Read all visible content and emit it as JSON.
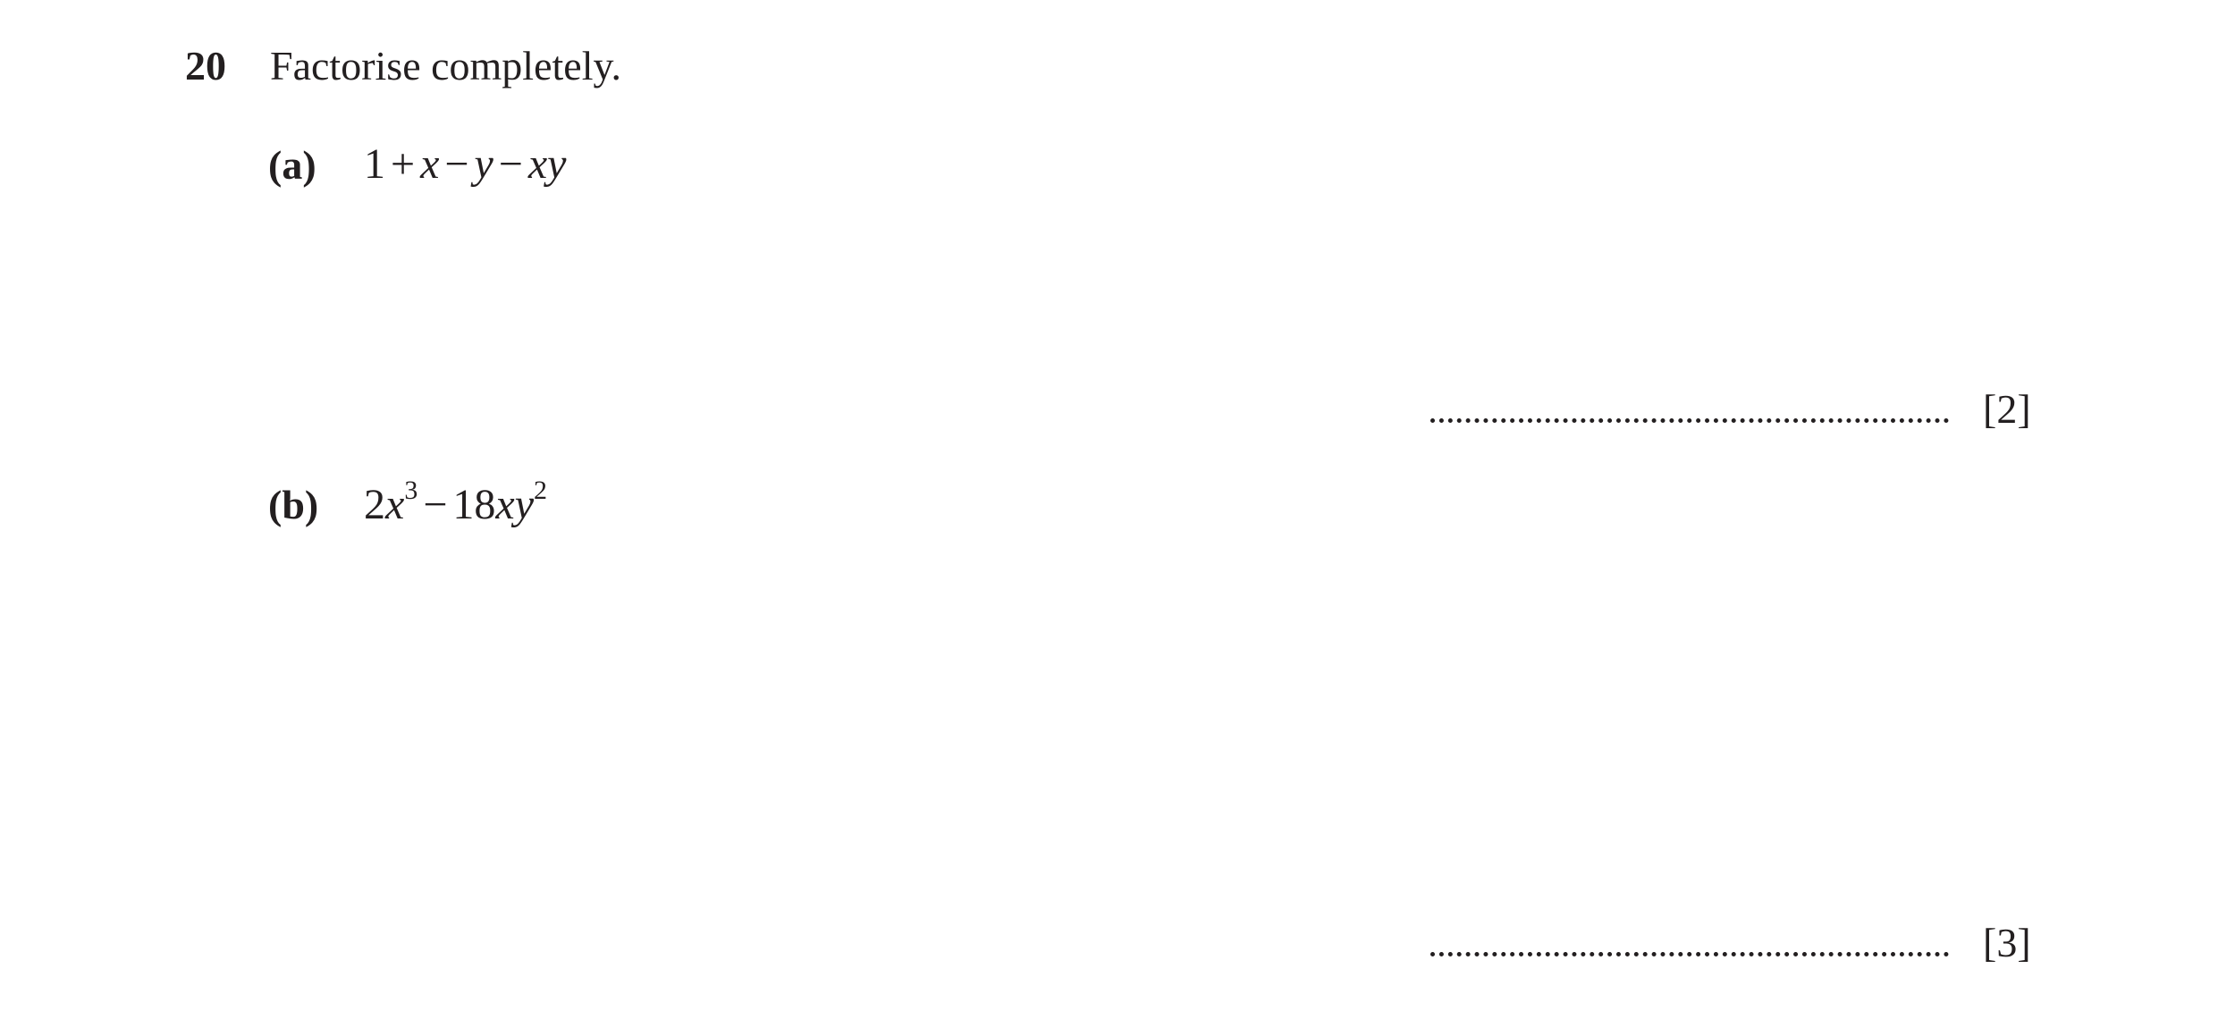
{
  "question": {
    "number": "20",
    "stem": "Factorise completely."
  },
  "parts": [
    {
      "label": "(a)",
      "expression": {
        "t1": "1",
        "op1": "+",
        "t2": "x",
        "op2": "−",
        "t3": "y",
        "op3": "−",
        "t4": "xy"
      },
      "answer_line": "..................................................",
      "marks": "[2]"
    },
    {
      "label": "(b)",
      "expression": {
        "coef1": "2",
        "var1": "x",
        "exp1": "3",
        "op1": "−",
        "coef2": "18",
        "var2": "xy",
        "exp2": "2"
      },
      "answer_line": "..................................................",
      "marks": "[3]"
    }
  ]
}
